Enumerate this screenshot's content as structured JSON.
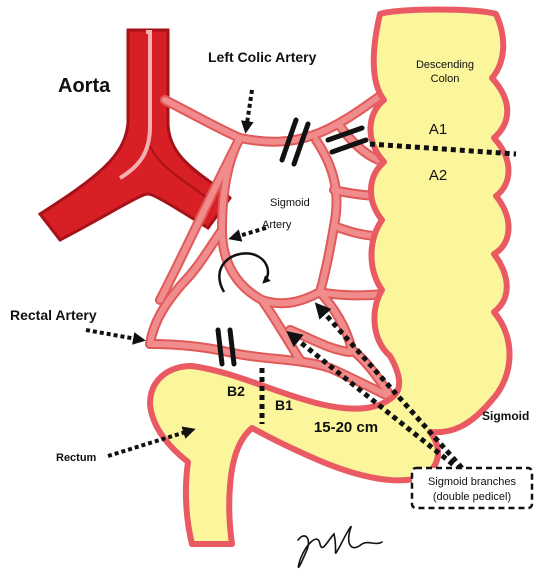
{
  "labels": {
    "aorta": "Aorta",
    "left_colic_artery": "Left Colic Artery",
    "descending_colon_line1": "Descending",
    "descending_colon_line2": "Colon",
    "a1": "A1",
    "a2": "A2",
    "sigmoid_artery_line1": "Sigmoid",
    "sigmoid_artery_line2": "Artery",
    "rectal_artery": "Rectal Artery",
    "b2": "B2",
    "b1": "B1",
    "length": "15-20 cm",
    "sigmoid": "Sigmoid",
    "rectum": "Rectum",
    "callout_line1": "Sigmoid branches",
    "callout_line2": "(double pedicel)"
  },
  "colors": {
    "vessel_fill": "#f08c8c",
    "vessel_outline": "#e05a5a",
    "aorta_fill": "#d81f26",
    "aorta_dark": "#a51217",
    "bowel_fill": "#fbf59c",
    "bowel_outline": "#ea5a63",
    "ink": "#111111"
  },
  "icons": {
    "rotation": "clockwise-rotation-arrow-icon",
    "clamp": "double-bar-ligature-icon",
    "signature": "handwritten-signature"
  }
}
